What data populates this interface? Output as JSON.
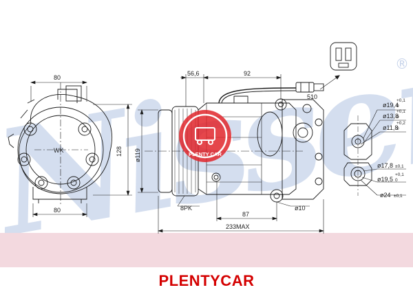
{
  "watermark": {
    "brand": "Nissens",
    "registered_mark": "®",
    "color": "#c6d3ea"
  },
  "stamp": {
    "text": "PLENTY CAR",
    "color": "#e0262b"
  },
  "caption": {
    "text": "PLENTYCAR",
    "color": "#d40000"
  },
  "band_color": "#f3d9df",
  "dimensions": {
    "front_width_top": "80",
    "front_width_bottom": "80",
    "front_height": "128",
    "wk_label": "WK",
    "offset_568": "56,6",
    "offset_92": "92",
    "pulley_diameter": "ø119",
    "clutch_8pk": "8PK",
    "offset_87": "87",
    "hole_diameter": "ø10",
    "overall_length": "233MAX",
    "cable_length": "510"
  },
  "ports": {
    "suction": [
      {
        "label": "ø19,4",
        "sup_top": "+0,1",
        "sup_bot": "0"
      },
      {
        "label": "ø13,8",
        "sup_top": "+0,1",
        "sup_bot": "0"
      },
      {
        "label": "ø11,8",
        "sup_top": "+0,2",
        "sup_bot": "0"
      }
    ],
    "discharge": [
      {
        "label": "ø17,8",
        "tol": "±0,1"
      },
      {
        "label": "ø19,5",
        "sup_top": "+0,1",
        "sup_bot": "0"
      },
      {
        "label": "ø24",
        "tol": "±0,1"
      }
    ]
  }
}
